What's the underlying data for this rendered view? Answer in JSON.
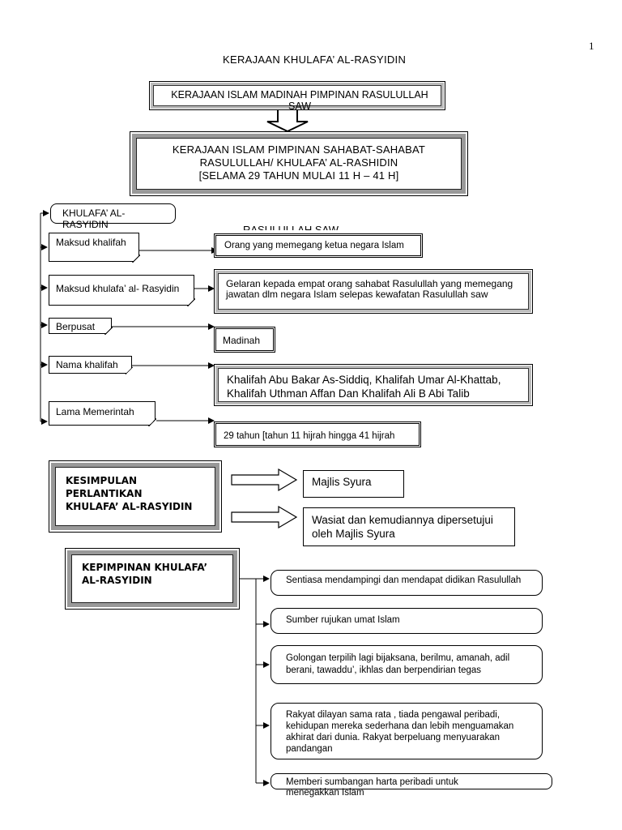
{
  "page_number": "1",
  "title": "KERAJAAN KHULAFA’ AL-RASYIDIN",
  "top_box": "KERAJAAN ISLAM MADINAH PIMPINAN RASULULLAH SAW",
  "main_box": {
    "line1": "KERAJAAN ISLAM  PIMPINAN  SAHABAT-SAHABAT",
    "line2": "RASULULLAH/ KHULAFA’ AL-RASHIDIN",
    "line3": "[SELAMA 29 TAHUN MULAI 11 H – 41 H]"
  },
  "stray_text": "RASULULLAH SAW",
  "branches": [
    {
      "label": "KHULAFA’ AL-RASYIDIN",
      "detail": ""
    },
    {
      "label": "Maksud khalifah",
      "detail": "Orang yang memegang ketua negara Islam"
    },
    {
      "label": "Maksud khulafa’ al- Rasyidin",
      "detail": "Gelaran kepada empat orang sahabat Rasulullah yang memegang jawatan dlm negara Islam selepas kewafatan Rasulullah saw"
    },
    {
      "label": "Berpusat",
      "detail": "Madinah"
    },
    {
      "label": "Nama khalifah",
      "detail": "Khalifah Abu Bakar As-Siddiq, Khalifah Umar Al-Khattab, Khalifah Uthman Affan Dan Khalifah Ali B Abi Talib"
    },
    {
      "label": "Lama Memerintah",
      "detail": "29 tahun [tahun 11 hijrah hingga 41 hijrah"
    }
  ],
  "kesimpulan": {
    "title": "KESIMPULAN PERLANTIKAN KHULAFA’ AL-RASYIDIN",
    "items": [
      "Majlis Syura",
      "Wasiat dan kemudiannya dipersetujui oleh Majlis Syura"
    ]
  },
  "kepimpinan": {
    "title": "KEPIMPINAN KHULAFA’ AL-RASYIDIN",
    "items": [
      "Sentiasa mendampingi dan mendapat didikan Rasulullah",
      "Sumber rujukan umat Islam",
      "Golongan terpilih lagi bijaksana, berilmu, amanah, adil berani, tawaddu’, ikhlas dan berpendirian tegas",
      "Rakyat dilayan sama rata , tiada pengawal peribadi, kehidupan mereka sederhana dan lebih menguamakan akhirat dari dunia. Rakyat berpeluang menyuarakan pandangan",
      "Memberi sumbangan harta peribadi untuk menegakkan Islam"
    ]
  }
}
